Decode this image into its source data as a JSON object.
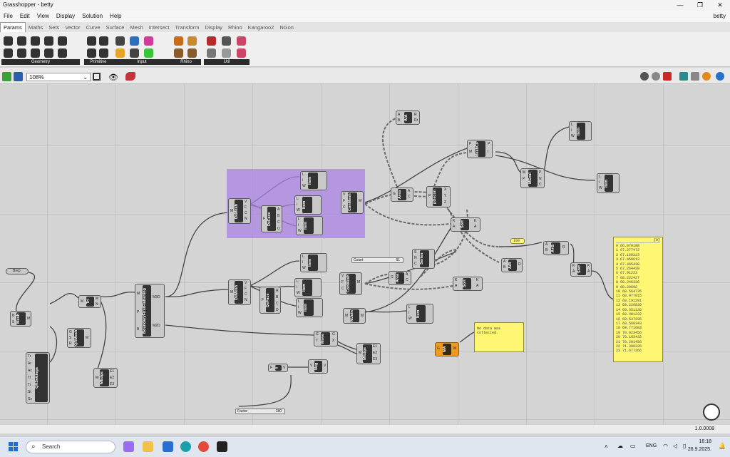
{
  "window": {
    "title": "Grasshopper - betty"
  },
  "menubar": {
    "items": [
      "File",
      "Edit",
      "View",
      "Display",
      "Solution",
      "Help"
    ],
    "user": "betty"
  },
  "tabs": [
    "Params",
    "Maths",
    "Sets",
    "Vector",
    "Curve",
    "Surface",
    "Mesh",
    "Intersect",
    "Transform",
    "Display",
    "Rhino",
    "Kangaroo2",
    "NGon"
  ],
  "ribbon": {
    "groups": [
      "Geometry",
      "Primitive",
      "Input",
      "Rhino",
      "Util"
    ]
  },
  "toolbar": {
    "zoom": "108%"
  },
  "nodes": {
    "brep": "Brep",
    "mesh": "Mesh",
    "tri": "Tri",
    "qrmesh": "QRMesh",
    "qrsettings": "QRSettings",
    "medge1": "MEdge",
    "boundary": "BoundaryFirstFlattening",
    "dmesh1": "DeMesh",
    "deface1": "DeFace",
    "item1": "Item",
    "item2": "Item",
    "item3": "Item",
    "conmesh1": "ConMesh",
    "dmesh2": "DeMesh",
    "deface2": "DeFace",
    "item4": "Item",
    "item5": "Item",
    "item6": "Item",
    "conmesh2": "ConMesh",
    "area1": "Area",
    "area2": "Area",
    "pdecon": "pDecon",
    "sort1": "Sort",
    "sort2": "Sort",
    "sort3": "Sort",
    "meshcp": "MeshCP",
    "mevalue": "MEval",
    "item7": "Item",
    "item8": "Item",
    "item9": "Item",
    "aa": "A/A",
    "series": "Series",
    "ab1": "A/B",
    "ab2": "A+B",
    "mjoin": "MJoin",
    "move": "Move",
    "neg": "Neg",
    "medge2": "MEdge",
    "y": "Y",
    "ma": "MA"
  },
  "params": {
    "boundary_out": [
      "M3D",
      "M2D"
    ],
    "qrsettings_in": [
      "Tr",
      "Ar",
      "Ac",
      "Tl",
      "Tr",
      "St",
      "Sz"
    ],
    "series_in": [
      "S",
      "N",
      "C"
    ],
    "dmesh_out": [
      "V",
      "F",
      "C",
      "N"
    ],
    "deface_out": [
      "A",
      "B",
      "C",
      "D"
    ],
    "item_in": [
      "L",
      "i",
      "W"
    ],
    "meshcp_in": [
      "P",
      "M"
    ],
    "medge_out": [
      "E1",
      "E2",
      "E3"
    ],
    "move_in": [
      "G",
      "T"
    ],
    "move_out": [
      "G",
      "X"
    ]
  },
  "sliders": {
    "count_label": "Count",
    "count_value": "61",
    "factor_label": "Factor",
    "factor_value": "180"
  },
  "panels": {
    "constant": "100",
    "no_data": "No data was collected.",
    "list_header": "{0}",
    "list_values": [
      "0 66.070188",
      "1 67.277472",
      "2 67.160223",
      "3 67.458613",
      "4 67.465438",
      "5 67.264439",
      "6 67.91223",
      "7 68.222427",
      "8 68.245336",
      "9 68.29692",
      "10 68.564735",
      "11 68.977015",
      "12 69.191291",
      "13 69.226039",
      "14 69.351136",
      "15 69.401232",
      "16 69.537335",
      "17 69.560343",
      "18 69.771683",
      "19 70.023456",
      "20 70.103432",
      "21 70.201458",
      "22 71.390335",
      "23 71.677266"
    ]
  },
  "status": {
    "version": "1.0.0008"
  },
  "taskbar": {
    "search_placeholder": "Search",
    "lang": "ENG",
    "time": "16:18",
    "date": "26.9.2025."
  }
}
